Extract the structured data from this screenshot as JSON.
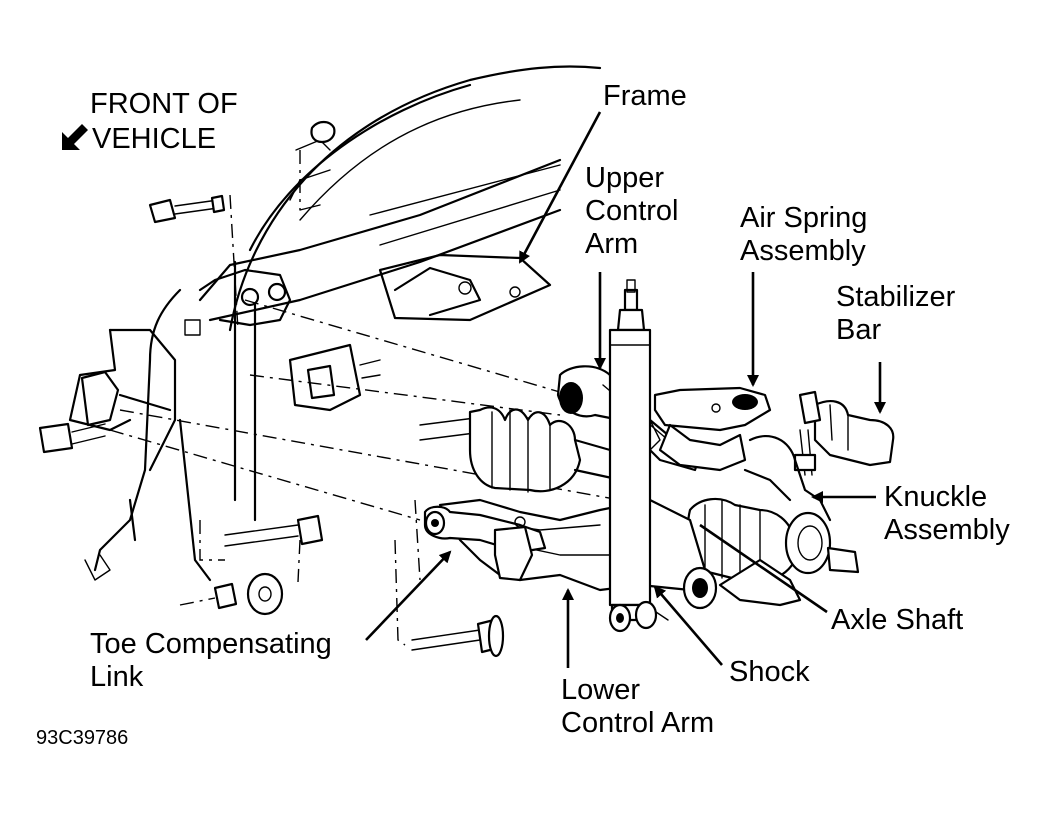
{
  "figure_code": "93C39786",
  "orientation": {
    "line1": "FRONT OF",
    "line2": "VEHICLE",
    "arrow_icon": "arrow-down-left-icon"
  },
  "labels": {
    "frame": "Frame",
    "upper_control_arm": [
      "Upper",
      "Control",
      "Arm"
    ],
    "air_spring_assembly": [
      "Air Spring",
      "Assembly"
    ],
    "stabilizer_bar": [
      "Stabilizer",
      "Bar"
    ],
    "knuckle_assembly": [
      "Knuckle",
      "Assembly"
    ],
    "axle_shaft": "Axle Shaft",
    "shock": "Shock",
    "lower_control_arm": [
      "Lower",
      "Control Arm"
    ],
    "toe_compensating_link": [
      "Toe Compensating",
      "Link"
    ]
  }
}
